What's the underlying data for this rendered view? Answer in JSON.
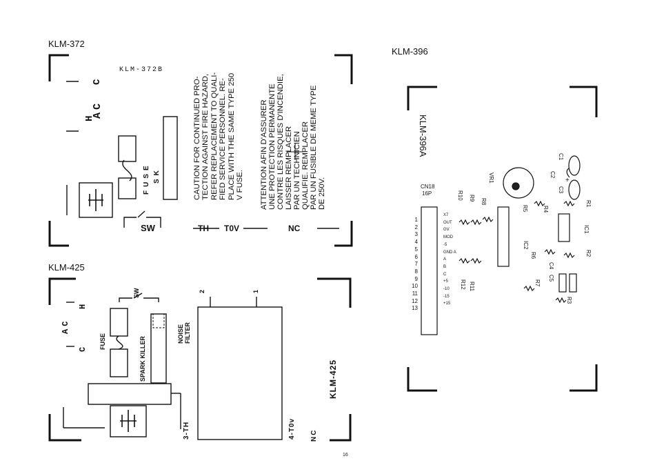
{
  "page_number": "16",
  "klm372": {
    "section_title": "KLM-372",
    "board_id": "KLM-372B",
    "ac_label": "AC",
    "h_label": "H",
    "c_label": "C",
    "fuse_label": "FUSE",
    "sk_label": "SK",
    "sw_label": "SW",
    "th_label": "TH",
    "tov_label": "T0V",
    "nc_label": "NC",
    "caution_lines": [
      "CAUTION FOR CONTINUED PRO-",
      "TECTION AGAINST FIRE HAZARD,",
      "REFER REPLACEMENT TO QUALI-",
      "FIED  SERVICE  PERSONNEL.  RE-",
      "PLACE WITH THE SAME TYPE 250",
      "V FUSE."
    ],
    "attention_lines": [
      "ATTENTION AFIN D'ASSURER",
      "UNE PROTECTION PERMANENTE",
      "CONTRE LES RISQUES D'INCENDIE,",
      "LAISSER                  REMPLACER",
      "PAR  UN             TECHNICIEN",
      "QUALIFIE.          REMPLACER",
      "PAR UN FUSIBLE DE MEME TYPE",
      "DE 250V."
    ]
  },
  "klm425": {
    "section_title": "KLM-425",
    "board_id": "KLM-425",
    "ac_label": "AC",
    "h_label": "H",
    "c_label": "C",
    "sw_label": "SW",
    "fuse_label": "FUSE",
    "spark_label": "SPARK KILLER",
    "noise_label_1": "NOISE",
    "noise_label_2": "FILTER",
    "th3_label": "3-TH",
    "t4_label": "4-T0v",
    "nc_label": "NC",
    "pin1": "1",
    "pin2": "2"
  },
  "klm396": {
    "section_title": "KLM-396",
    "board_id": "KLM-396A",
    "connector": "CN18",
    "connector_pins": "16P",
    "pin_numbers": [
      "1",
      "2",
      "3",
      "4",
      "5",
      "6",
      "7",
      "8",
      "9",
      "10",
      "11",
      "12",
      "13"
    ],
    "pin_names": [
      "X7",
      "OUT",
      "GV",
      "MOD",
      "-5",
      "GND A",
      "A",
      "B",
      "C",
      "+5",
      "-10",
      "-15",
      "+15"
    ],
    "components": {
      "c1": "C1",
      "c2": "C2",
      "c3": "C3",
      "plus": "+",
      "c4": "C4",
      "c5": "C5",
      "r1": "R1",
      "r2": "R2",
      "r3": "R3",
      "r4": "R4",
      "r5": "R5",
      "r6": "R6",
      "r7": "R7",
      "r8": "R8",
      "r9": "R9",
      "r10": "R10",
      "r11": "R11",
      "r12": "R12",
      "ic1": "IC1",
      "ic2": "IC2",
      "vr1": "VR1"
    }
  }
}
